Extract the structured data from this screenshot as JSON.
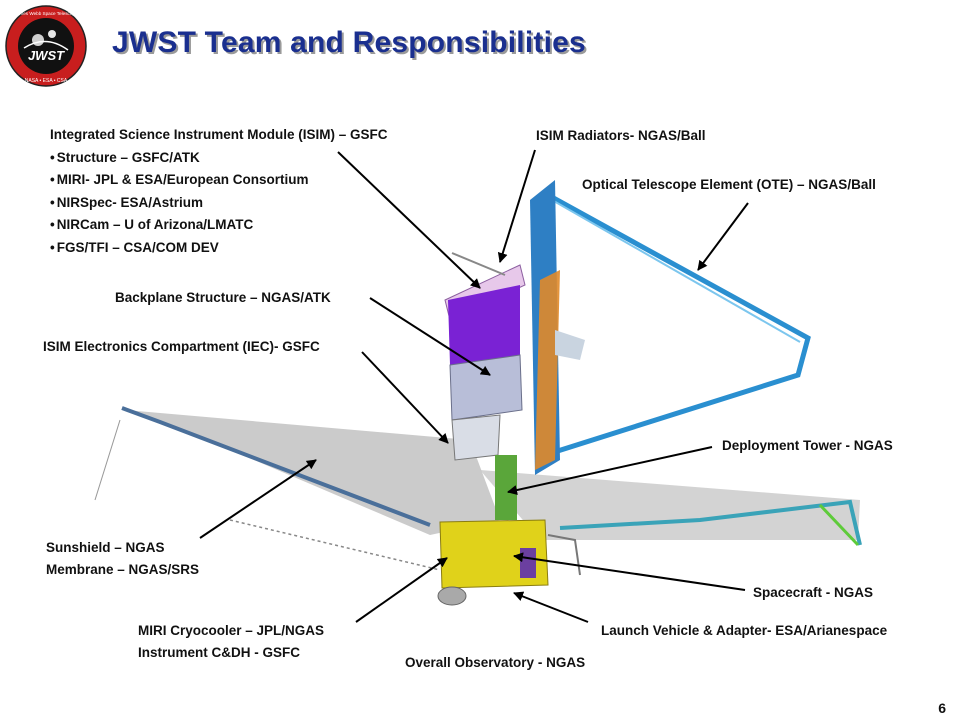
{
  "title": "JWST Team and Responsibilities",
  "logo": {
    "top_text": "James Webb Space Telescope",
    "center_text": "JWST",
    "bottom_text": "NASA • ESA • CSA"
  },
  "isim": {
    "heading": "Integrated Science Instrument Module (ISIM) – GSFC",
    "items": [
      "Structure – GSFC/ATK",
      "MIRI- JPL & ESA/European Consortium",
      "NIRSpec- ESA/Astrium",
      "NIRCam – U of Arizona/LMATC",
      "FGS/TFI – CSA/COM DEV"
    ]
  },
  "labels": {
    "isim_radiators": "ISIM Radiators- NGAS/Ball",
    "ote": "Optical Telescope Element (OTE) – NGAS/Ball",
    "backplane": "Backplane Structure – NGAS/ATK",
    "iec": "ISIM Electronics Compartment (IEC)- GSFC",
    "deployment_tower": "Deployment Tower - NGAS",
    "sunshield_1": "Sunshield – NGAS",
    "sunshield_2": "Membrane – NGAS/SRS",
    "spacecraft": "Spacecraft - NGAS",
    "miri_1": "MIRI Cryocooler – JPL/NGAS",
    "miri_2": "Instrument C&DH - GSFC",
    "launch_vehicle": "Launch Vehicle & Adapter- ESA/Arianespace",
    "observatory": "Overall Observatory - NGAS"
  },
  "page_number": "6",
  "colors": {
    "title": "#1a2f8f",
    "logo_red": "#c81e1e",
    "isim_purple": "#7a22d4",
    "bus_yellow": "#e0d21a",
    "ote_blue": "#2a8fd0",
    "sunshield_gray": "#bdbdbd",
    "arrow": "#000000"
  }
}
